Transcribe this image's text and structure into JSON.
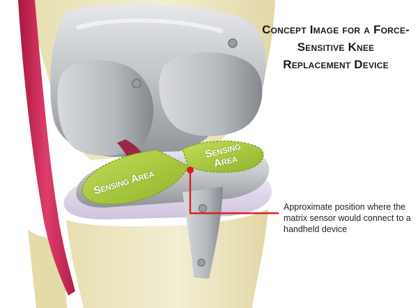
{
  "title": "Concept Image for a Force-Sensitive Knee Replacement Device",
  "sensing_areas": [
    {
      "label": "Sensing Area"
    },
    {
      "label": "Sensing Area"
    }
  ],
  "callout": {
    "text": "Approximate position where the matrix sensor would connect to a handheld device"
  },
  "colors": {
    "bone": "#ece5bc",
    "ligament": "#c9285a",
    "metal": "#b9bcc0",
    "liner": "#e2d8ec",
    "sensor_green": "#a8c836",
    "leader_red": "#e01b22"
  }
}
